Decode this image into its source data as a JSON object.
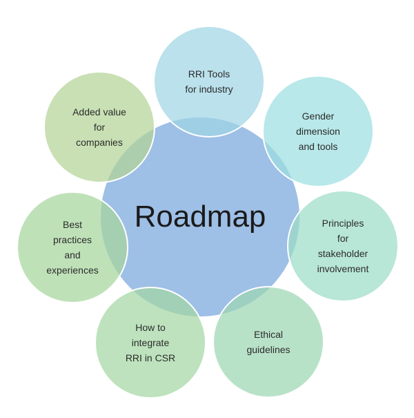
{
  "center": {
    "label": "Roadmap",
    "fill": "#9ebfe6"
  },
  "nodes": [
    {
      "id": "rri-tools",
      "label": "RRI Tools\nfor industry",
      "fill": "#9fd6e4"
    },
    {
      "id": "gender",
      "label": "Gender\ndimension\nand tools",
      "fill": "#9ddfe0"
    },
    {
      "id": "principles",
      "label": "Principles\nfor\nstakeholder\ninvolvement",
      "fill": "#9cdcc8"
    },
    {
      "id": "ethical",
      "label": "Ethical\nguidelines",
      "fill": "#9dd7b3"
    },
    {
      "id": "integrate",
      "label": "How to\nintegrate\nRRI in CSR",
      "fill": "#a4d7a3"
    },
    {
      "id": "best-practices",
      "label": "Best\npractices\nand\nexperiences",
      "fill": "#a6d59c"
    },
    {
      "id": "added-value",
      "label": "Added value\nfor\ncompanies",
      "fill": "#b3d497"
    }
  ]
}
